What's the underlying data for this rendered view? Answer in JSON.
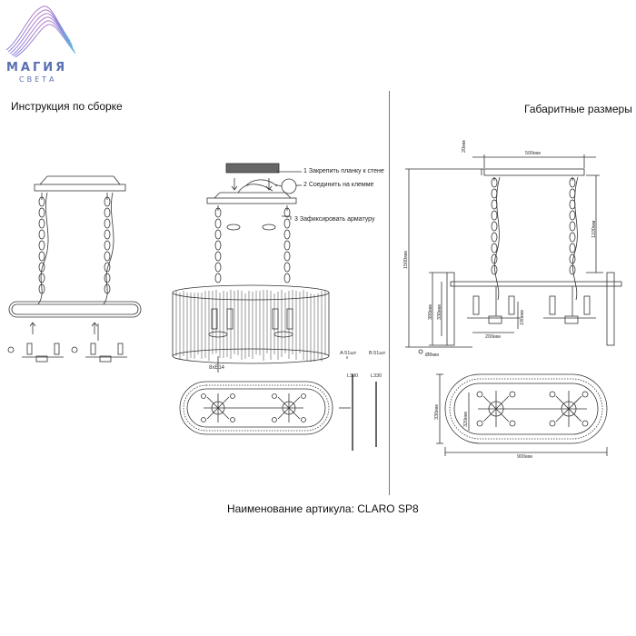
{
  "logo": {
    "line1": "МАГИЯ",
    "line2": "СВЕТА"
  },
  "left_title": "Инструкция по сборке",
  "right_title": "Габаритные размеры",
  "assembly_steps": [
    "1 Закрепить планку к стене",
    "2 Соединить на клемме",
    "3 Зафиксировать арматуру"
  ],
  "lamp_spec": "8xE14",
  "parts": {
    "a_label": "A:51шт",
    "a_length": "L390",
    "b_label": "B:51шт",
    "b_length": "L330"
  },
  "dimensions": {
    "top_width": "500мм",
    "top_height": "20мм",
    "total_height": "1100мм",
    "overall_height": "1500мм",
    "body_height_1": "390мм",
    "body_height_2": "330мм",
    "inner_height": "190мм",
    "candle_spacing": "200мм",
    "diameter": "Ø8мм",
    "bottom_width": "900мм",
    "bottom_depth": "330мм",
    "inner_depth": "320мм"
  },
  "article_name": "Наименование артикула: CLARO SP8",
  "colors": {
    "logo_accent": "#5a6fb0",
    "line": "#333333"
  }
}
